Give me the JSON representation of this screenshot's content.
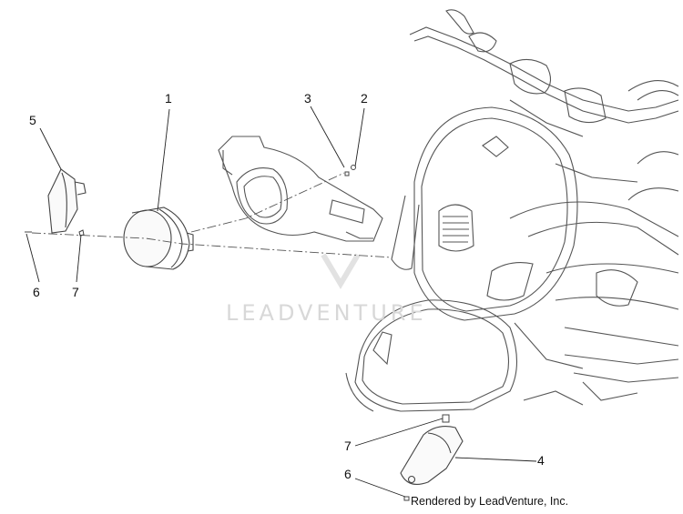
{
  "callouts": [
    {
      "id": "c1",
      "label": "1"
    },
    {
      "id": "c2",
      "label": "2"
    },
    {
      "id": "c3",
      "label": "3"
    },
    {
      "id": "c4",
      "label": "4"
    },
    {
      "id": "c5",
      "label": "5"
    },
    {
      "id": "c6a",
      "label": "6"
    },
    {
      "id": "c6b",
      "label": "6"
    },
    {
      "id": "c7a",
      "label": "7"
    },
    {
      "id": "c7b",
      "label": "7"
    }
  ],
  "watermark": "LEADVENTURE",
  "credit": "Rendered by LeadVenture, Inc."
}
